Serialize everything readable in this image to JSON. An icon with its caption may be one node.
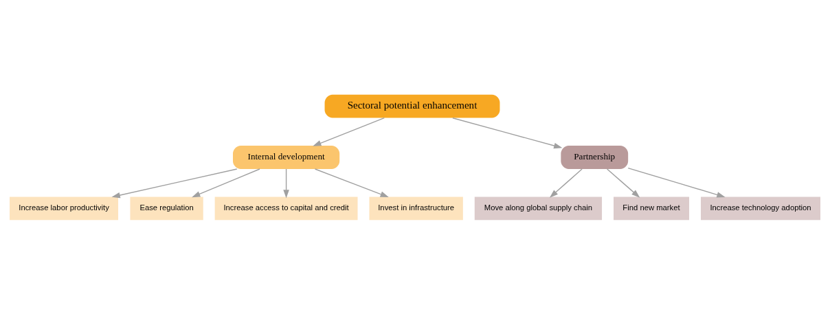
{
  "diagram": {
    "nodes": [
      {
        "text": [
          "Sectoral potential enhancement"
        ]
      },
      {
        "text": [
          "Internal development"
        ]
      },
      {
        "text": [
          "Partnership"
        ]
      },
      {
        "text": [
          "Increase labor productivity"
        ]
      },
      {
        "text": [
          "Ease regulation"
        ]
      },
      {
        "text": [
          "Increase access to capital and credit"
        ]
      },
      {
        "text": [
          "Invest in infrastructure"
        ]
      },
      {
        "text": [
          "Move along global supply chain"
        ]
      },
      {
        "text": [
          "Find new market"
        ]
      },
      {
        "text": [
          "Increase technology adoption"
        ]
      }
    ],
    "edges": [
      {
        "from": 0,
        "to": 1,
        "arrow": "to"
      },
      {
        "from": 0,
        "to": 2,
        "arrow": "to"
      },
      {
        "from": 1,
        "to": 3,
        "arrow": "to"
      },
      {
        "from": 1,
        "to": 4,
        "arrow": "to"
      },
      {
        "from": 1,
        "to": 5,
        "arrow": "to"
      },
      {
        "from": 1,
        "to": 6,
        "arrow": "to"
      },
      {
        "from": 2,
        "to": 7,
        "arrow": "to"
      },
      {
        "from": 2,
        "to": 8,
        "arrow": "to"
      },
      {
        "from": 2,
        "to": 9,
        "arrow": "to"
      }
    ]
  }
}
